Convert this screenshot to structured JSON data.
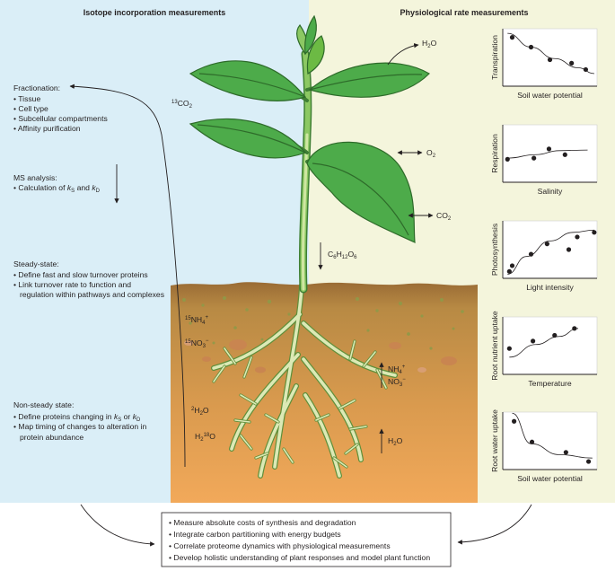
{
  "left_panel": {
    "title": "Isotope incorporation measurements",
    "fractionation": {
      "heading": "Fractionation:",
      "items": [
        "Tissue",
        "Cell type",
        "Subcellular compartments",
        "Affinity purification"
      ]
    },
    "ms_analysis": {
      "heading": "MS analysis:",
      "item_prefix": "Calculation of ",
      "k_s": "k",
      "k_s_sub": "S",
      "and": " and ",
      "k_d": "k",
      "k_d_sub": "D"
    },
    "steady_state": {
      "heading": "Steady-state:",
      "item1": "Define fast and slow turnover proteins",
      "item2_line1": "Link turnover rate to function and",
      "item2_line2": "regulation within pathways and complexes"
    },
    "non_steady_state": {
      "heading": "Non-steady state:",
      "item1_prefix": "Define proteins changing in ",
      "item1_or": " or ",
      "item2_line1": "Map timing of changes to alteration in",
      "item2_line2": "protein abundance"
    }
  },
  "right_panel": {
    "title": "Physiological rate measurements"
  },
  "plant_labels": {
    "co2_13": {
      "sup": "13",
      "main": "CO",
      "sub": "2"
    },
    "h2o_out": {
      "main": "H",
      "sub": "2",
      "end": "O"
    },
    "o2": {
      "main": "O",
      "sub": "2"
    },
    "co2": {
      "main": "CO",
      "sub": "2"
    },
    "sugar": {
      "p1": "C",
      "s1": "6",
      "p2": "H",
      "s2": "12",
      "p3": "O",
      "s3": "6"
    },
    "nh4_15": {
      "sup": "15",
      "main": "NH",
      "sub": "4",
      "charge": "+"
    },
    "no3_15": {
      "sup": "15",
      "main": "NO",
      "sub": "3",
      "charge": "−"
    },
    "nh4": {
      "main": "NH",
      "sub": "4",
      "charge": "+"
    },
    "no3": {
      "main": "NO",
      "sub": "3",
      "charge": "−"
    },
    "h2o_2": {
      "sup": "2",
      "main": "H",
      "sub": "2",
      "end": "O"
    },
    "h2o_18": {
      "main": "H",
      "sub": "2",
      "sup": "18",
      "end": "O"
    },
    "h2o_root": {
      "main": "H",
      "sub": "2",
      "end": "O"
    }
  },
  "summary_box": {
    "items": [
      "Measure absolute costs of synthesis and degradation",
      "Integrate carbon partitioning with energy budgets",
      "Correlate proteome dynamics with physiological measurements",
      "Develop holistic understanding of plant responses and model plant function"
    ]
  },
  "colors": {
    "left_bg": "#daeef7",
    "right_bg": "#f4f5dc",
    "soil_top": "#b88a44",
    "soil_bottom": "#f2a95a",
    "leaf": "#4dab4a",
    "stem": "#6cba44",
    "root": "#dce9b5"
  },
  "chart_data": [
    {
      "type": "scatter",
      "ylabel": "Transpiration",
      "xlabel": "Soil water potential",
      "points": [
        [
          0.1,
          0.85
        ],
        [
          0.3,
          0.68
        ],
        [
          0.5,
          0.46
        ],
        [
          0.73,
          0.4
        ],
        [
          0.88,
          0.29
        ]
      ],
      "curve": [
        [
          0.05,
          0.92
        ],
        [
          0.3,
          0.68
        ],
        [
          0.55,
          0.48
        ],
        [
          0.8,
          0.32
        ],
        [
          0.97,
          0.22
        ]
      ]
    },
    {
      "type": "scatter",
      "ylabel": "Respiration",
      "xlabel": "Salinity",
      "points": [
        [
          0.05,
          0.4
        ],
        [
          0.33,
          0.42
        ],
        [
          0.49,
          0.58
        ],
        [
          0.66,
          0.48
        ]
      ],
      "curve": [
        [
          0.05,
          0.42
        ],
        [
          0.35,
          0.48
        ],
        [
          0.6,
          0.55
        ],
        [
          0.9,
          0.56
        ]
      ]
    },
    {
      "type": "scatter",
      "ylabel": "Photosynthesis",
      "xlabel": "Light intensity",
      "points": [
        [
          0.07,
          0.12
        ],
        [
          0.1,
          0.22
        ],
        [
          0.3,
          0.42
        ],
        [
          0.47,
          0.6
        ],
        [
          0.7,
          0.5
        ],
        [
          0.79,
          0.72
        ],
        [
          0.97,
          0.8
        ]
      ],
      "curve": [
        [
          0.05,
          0.07
        ],
        [
          0.25,
          0.38
        ],
        [
          0.5,
          0.65
        ],
        [
          0.75,
          0.8
        ],
        [
          0.97,
          0.84
        ]
      ]
    },
    {
      "type": "scatter",
      "ylabel": "Root nutrient uptake",
      "xlabel": "Temperature",
      "points": [
        [
          0.07,
          0.45
        ],
        [
          0.32,
          0.58
        ],
        [
          0.55,
          0.68
        ],
        [
          0.76,
          0.8
        ]
      ],
      "curve": [
        [
          0.07,
          0.3
        ],
        [
          0.35,
          0.52
        ],
        [
          0.6,
          0.66
        ],
        [
          0.8,
          0.8
        ]
      ]
    },
    {
      "type": "scatter",
      "ylabel": "Root water uptake",
      "xlabel": "Soil water potential",
      "points": [
        [
          0.12,
          0.84
        ],
        [
          0.31,
          0.48
        ],
        [
          0.67,
          0.3
        ],
        [
          0.91,
          0.14
        ]
      ],
      "curve": [
        [
          0.1,
          0.98
        ],
        [
          0.3,
          0.45
        ],
        [
          0.6,
          0.26
        ],
        [
          0.95,
          0.2
        ]
      ]
    }
  ]
}
